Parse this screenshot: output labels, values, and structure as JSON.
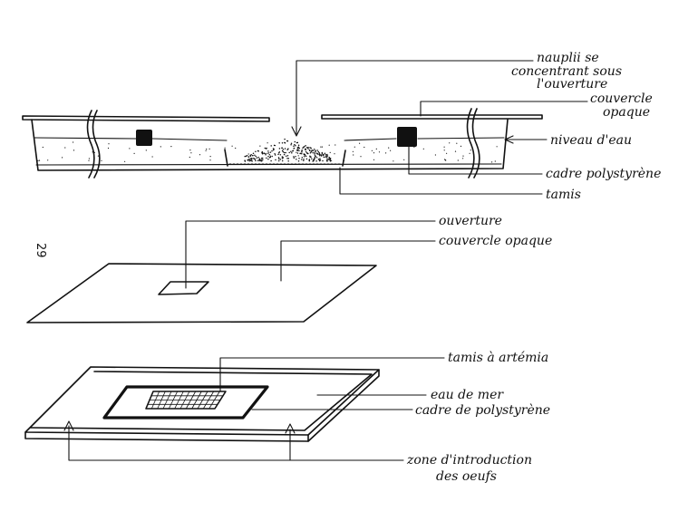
{
  "colors": {
    "ink": "#111111",
    "paper": "#ffffff"
  },
  "page_number": "29",
  "section_view": {
    "labels": {
      "nauplii": [
        "nauplii se",
        "concentrant sous",
        "l'ouverture"
      ],
      "cover": [
        "couvercle",
        "opaque"
      ],
      "water_level": "niveau d'eau",
      "frame": "cadre polystyrène",
      "sieve": "tamis"
    }
  },
  "cover_view": {
    "labels": {
      "opening": "ouverture",
      "cover": "couvercle opaque"
    }
  },
  "tray_view": {
    "labels": {
      "sieve": "tamis à artémia",
      "sea_water": "eau de mer",
      "frame": "cadre de polystyrène",
      "egg_zone": [
        "zone d'introduction",
        "des oeufs"
      ]
    }
  }
}
